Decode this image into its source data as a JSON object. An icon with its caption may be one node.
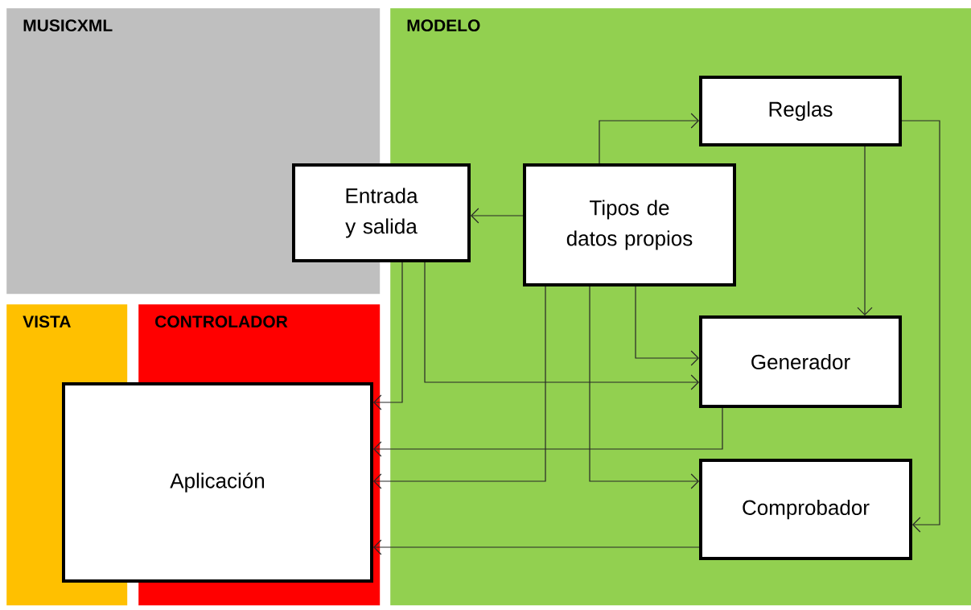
{
  "diagram": {
    "nodes": [
      {
        "text": [
          "MUSICXML"
        ]
      },
      {
        "text": [
          "MODELO"
        ]
      },
      {
        "text": [
          "VISTA"
        ]
      },
      {
        "text": [
          "CONTROLADOR"
        ]
      },
      {
        "text": [
          "Entrada y salida"
        ]
      },
      {
        "text": [
          "Tipos de datos propios"
        ],
        "in": 1
      },
      {
        "text": [
          "Reglas"
        ],
        "in": 1
      },
      {
        "text": [
          "Generador"
        ],
        "in": 1
      },
      {
        "text": [
          "Comprobador"
        ],
        "in": 1
      },
      {
        "text": [
          "Aplicación"
        ]
      }
    ],
    "edges": [
      {
        "from": 5,
        "to": 4,
        "arrow": "to"
      },
      {
        "from": 5,
        "to": 6,
        "arrow": "to"
      },
      {
        "from": 6,
        "to": 7,
        "arrow": "to"
      },
      {
        "from": 6,
        "to": 8,
        "arrow": "to"
      },
      {
        "from": 5,
        "to": 7,
        "arrow": "to"
      },
      {
        "from": 4,
        "to": 7,
        "arrow": "to"
      },
      {
        "from": 4,
        "to": 9,
        "arrow": "to"
      },
      {
        "from": 7,
        "to": 9,
        "arrow": "to"
      },
      {
        "from": 5,
        "to": 9,
        "arrow": "to"
      },
      {
        "from": 5,
        "to": 8,
        "arrow": "to"
      },
      {
        "from": 8,
        "to": 9,
        "arrow": "to"
      }
    ]
  }
}
